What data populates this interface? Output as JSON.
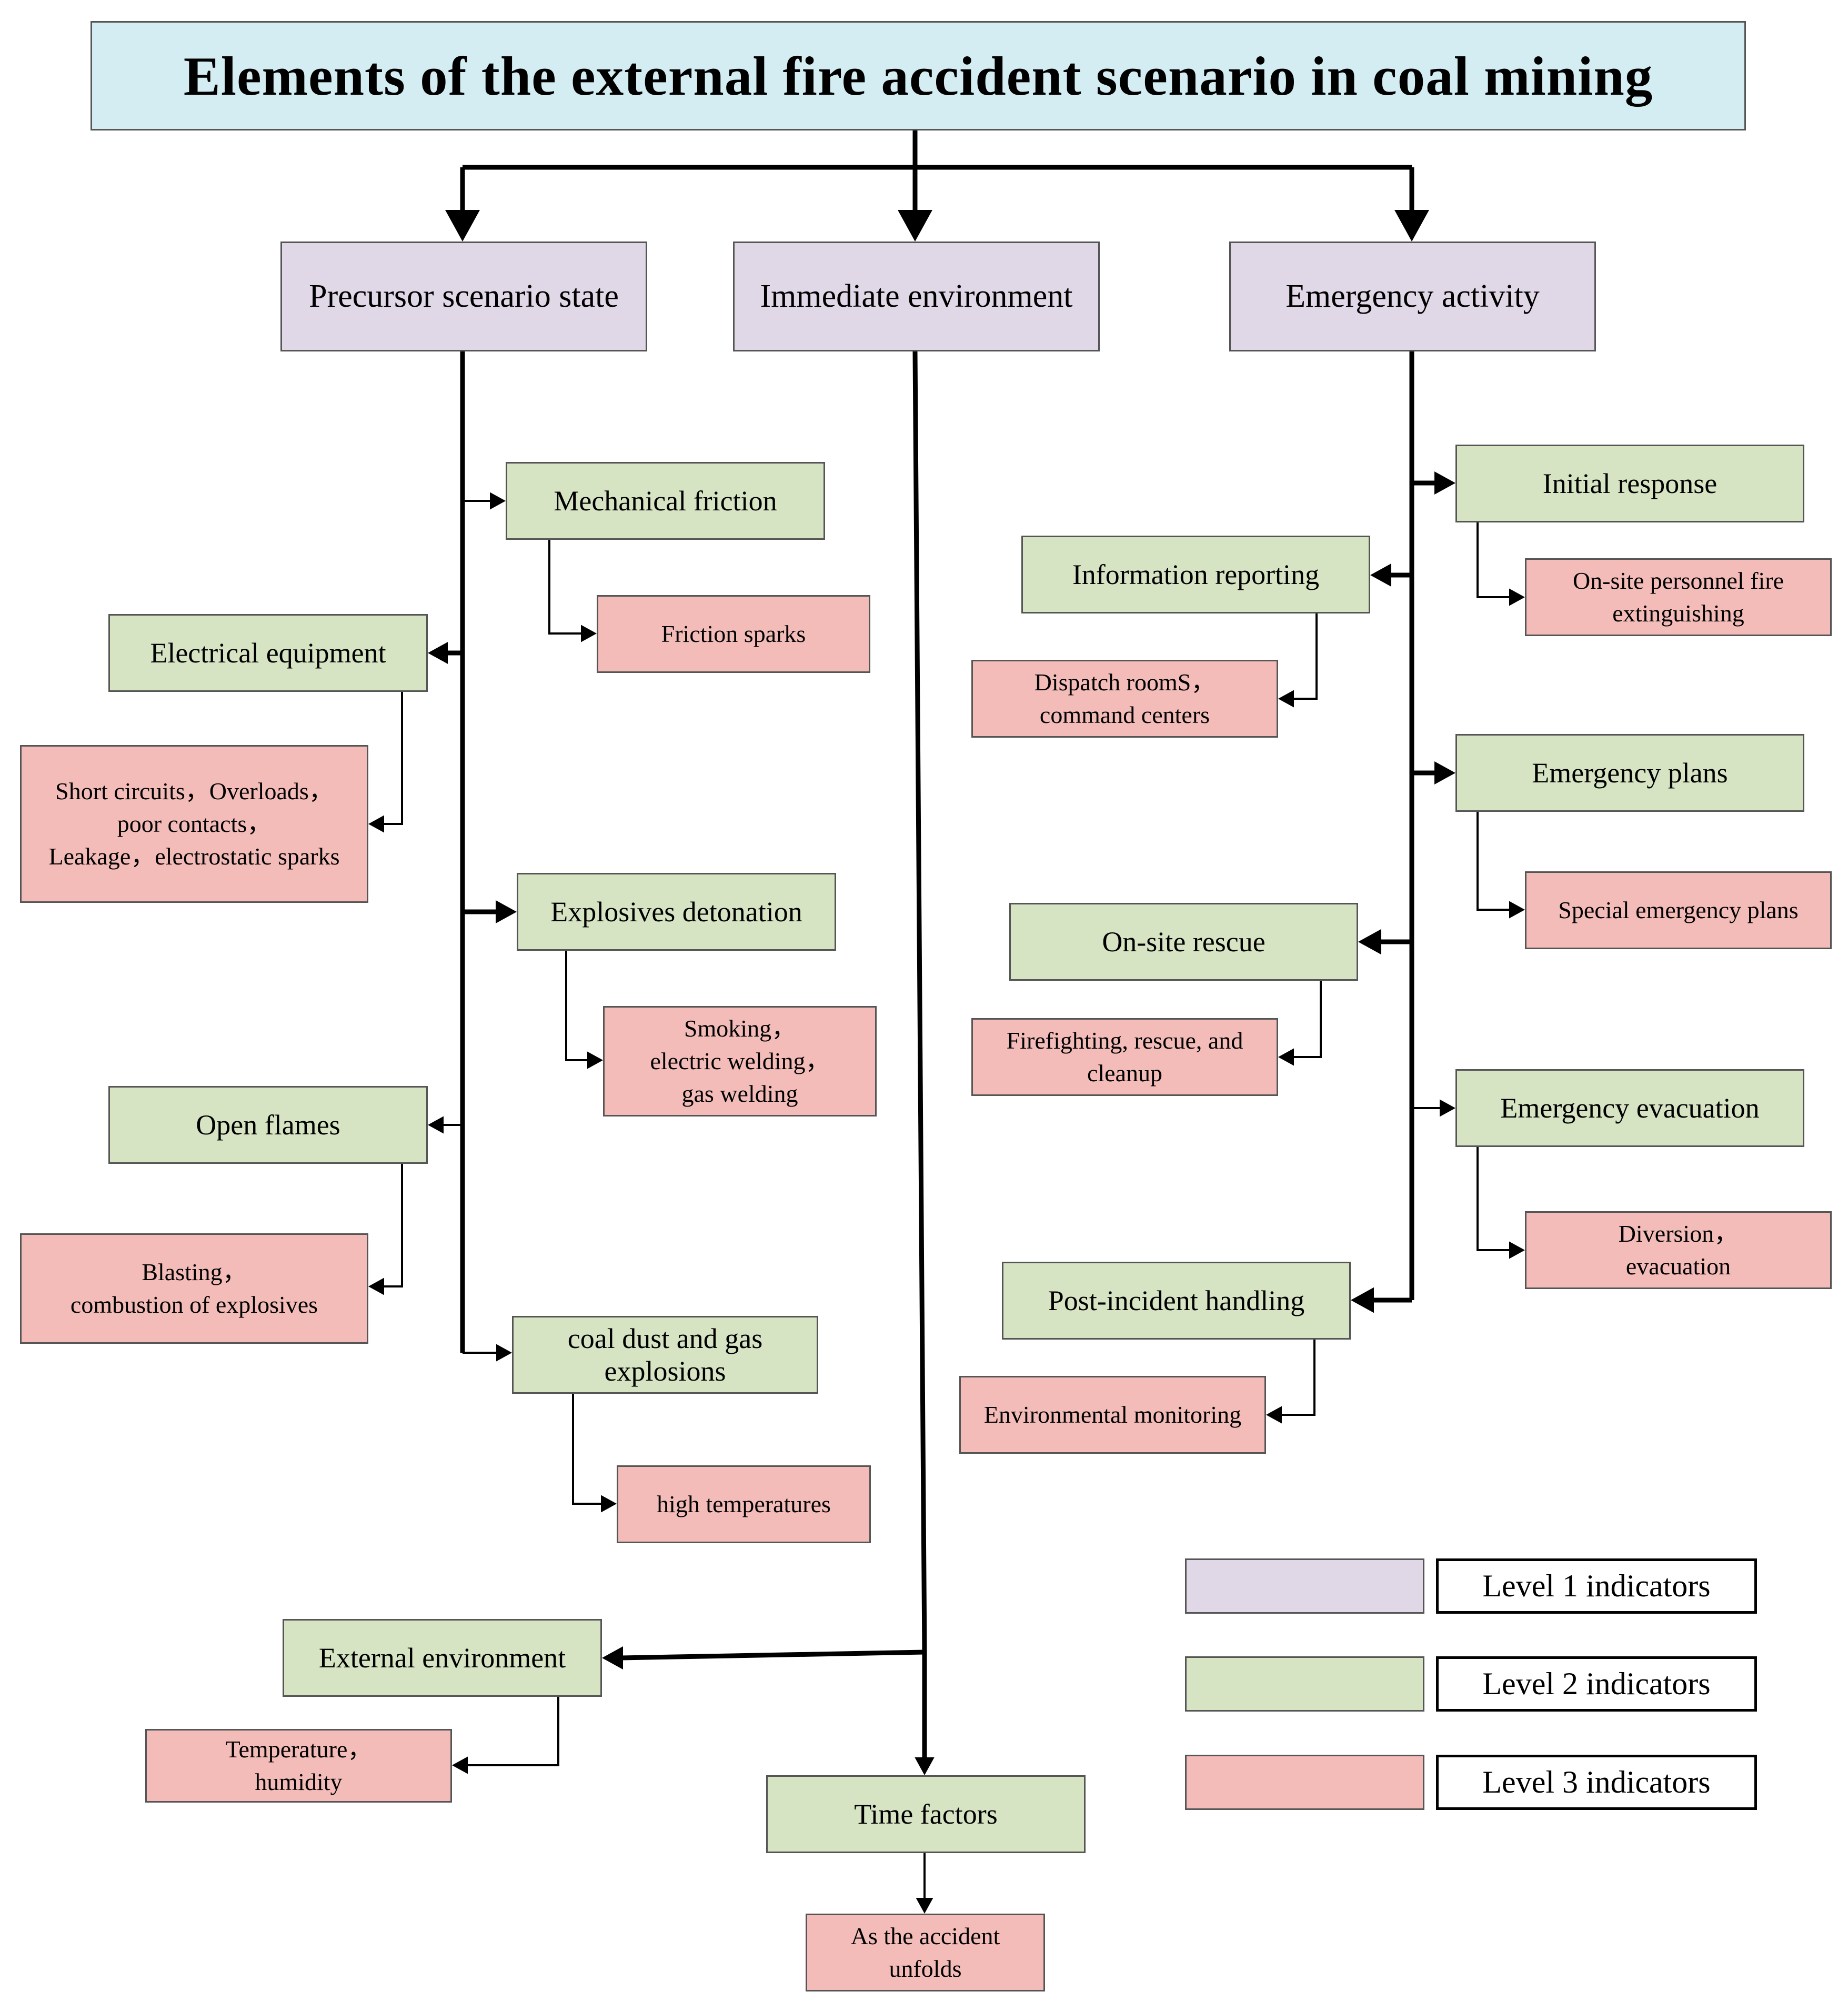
{
  "title": "Elements of the external fire accident scenario in coal mining",
  "colors": {
    "title_fill": "#d4edf2",
    "level1_fill": "#e0d7e7",
    "level2_fill": "#d7e4c3",
    "level3_fill": "#f3bcb8",
    "line": "#000000"
  },
  "level1": {
    "precursor": "Precursor scenario state",
    "immediate": "Immediate environment",
    "emergency": "Emergency activity"
  },
  "precursor": {
    "mechanical_friction": "Mechanical friction",
    "friction_sparks": "Friction sparks",
    "electrical_equipment": "Electrical equipment",
    "electrical_causes": "Short circuits，Overloads，\npoor contacts，\nLeakage，electrostatic sparks",
    "explosives_detonation": "Explosives detonation",
    "detonation_causes": "Smoking，\nelectric welding，\ngas welding",
    "open_flames": "Open flames",
    "open_flames_causes": "Blasting，\ncombustion of explosives",
    "coal_dust": "coal dust and gas\nexplosions",
    "high_temperatures": "high temperatures"
  },
  "immediate": {
    "external_environment": "External environment",
    "temperature_humidity": "Temperature，\nhumidity",
    "time_factors": "Time factors",
    "accident_unfolds": "As the accident\nunfolds"
  },
  "emergency": {
    "initial_response": "Initial response",
    "onsite_personnel": "On-site personnel fire\nextinguishing",
    "information_reporting": "Information reporting",
    "dispatch_rooms": "Dispatch roomS，\ncommand centers",
    "emergency_plans": "Emergency plans",
    "special_plans": "Special emergency plans",
    "onsite_rescue": "On-site rescue",
    "firefighting": "Firefighting, rescue, and\ncleanup",
    "emergency_evacuation": "Emergency evacuation",
    "diversion": "Diversion，\nevacuation",
    "post_incident": "Post-incident handling",
    "environmental_monitoring": "Environmental monitoring"
  },
  "legend": [
    {
      "label": "Level 1 indicators",
      "color": "#e0d7e7"
    },
    {
      "label": "Level 2 indicators",
      "color": "#d7e4c3"
    },
    {
      "label": "Level 3 indicators",
      "color": "#f3bcb8"
    }
  ]
}
